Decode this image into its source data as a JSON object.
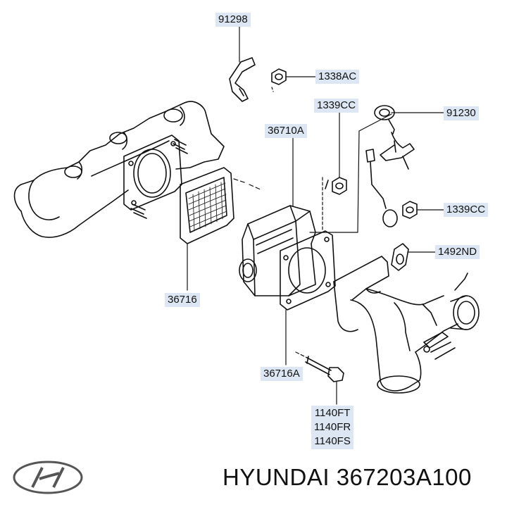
{
  "labels": {
    "p91298": "91298",
    "p1338ac": "1338AC",
    "p1339cc_top": "1339CC",
    "p91230": "91230",
    "p36710a": "36710A",
    "p1339cc_right": "1339CC",
    "p1492nd": "1492ND",
    "p36716": "36716",
    "p36716a": "36716A",
    "p1140": [
      "1140FT",
      "1140FR",
      "1140FS"
    ]
  },
  "footer": {
    "brand": "HYUNDAI",
    "part_number": "367203A100"
  },
  "colors": {
    "label_bg": "#dce7f3",
    "line": "#111111"
  },
  "icons": {
    "logo": "hyundai-logo-icon"
  }
}
